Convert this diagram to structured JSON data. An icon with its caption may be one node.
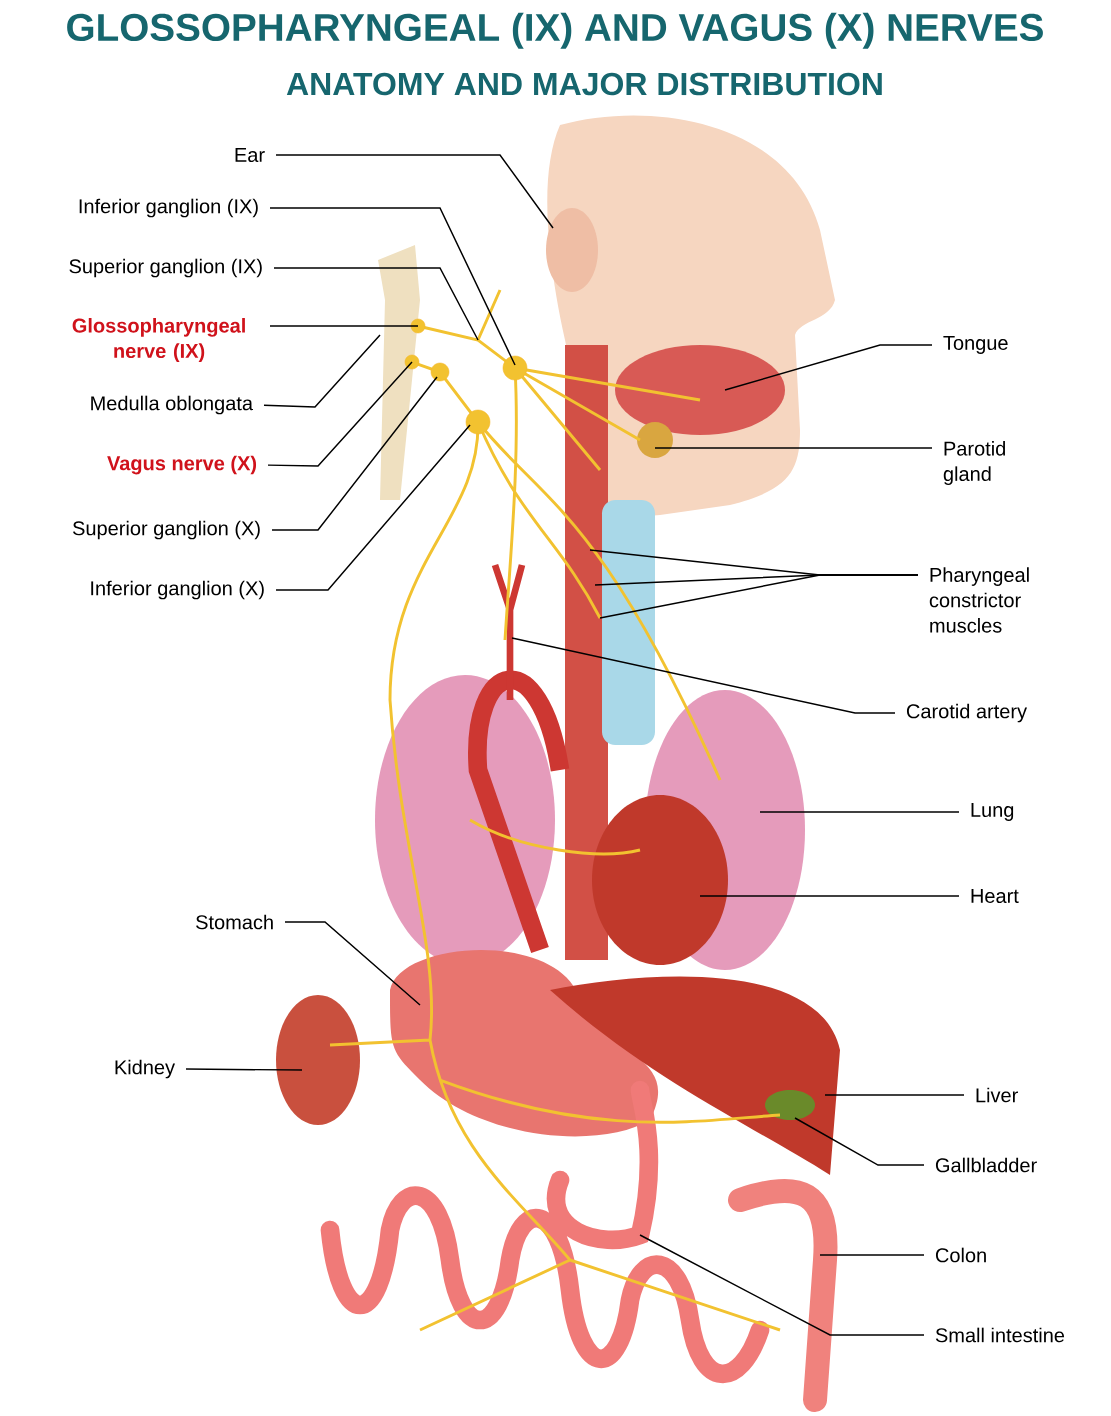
{
  "diagram": {
    "title": "GLOSSOPHARYNGEAL (IX) AND VAGUS (X) NERVES",
    "labels": [
      "ANATOMY AND MAJOR DISTRIBUTION"
    ],
    "nodes": [
      {
        "text": [
          "Ear"
        ]
      },
      {
        "text": [
          "Inferior ganglion (IX)"
        ]
      },
      {
        "text": [
          "Superior ganglion (IX)"
        ]
      },
      {
        "text": [
          "Glossopharyngeal nerve (IX)"
        ]
      },
      {
        "text": [
          "Medulla oblongata"
        ]
      },
      {
        "text": [
          "Vagus nerve (X)"
        ]
      },
      {
        "text": [
          "Superior ganglion (X)"
        ]
      },
      {
        "text": [
          "Inferior ganglion (X)"
        ]
      },
      {
        "text": [
          "Tongue"
        ]
      },
      {
        "text": [
          "Parotid gland"
        ]
      },
      {
        "text": [
          "Pharyngeal constrictor muscles"
        ]
      },
      {
        "text": [
          "Carotid artery"
        ]
      },
      {
        "text": [
          "Lung"
        ]
      },
      {
        "text": [
          "Heart"
        ]
      },
      {
        "text": [
          "Stomach"
        ]
      },
      {
        "text": [
          "Kidney"
        ]
      },
      {
        "text": [
          "Liver"
        ]
      },
      {
        "text": [
          "Gallbladder"
        ]
      },
      {
        "text": [
          "Colon"
        ]
      },
      {
        "text": [
          "Small intestine"
        ]
      }
    ],
    "edges": [
      {
        "from": 0,
        "to": null,
        "arrow": "none"
      },
      {
        "from": 1,
        "to": null,
        "arrow": "none"
      },
      {
        "from": 2,
        "to": null,
        "arrow": "none"
      },
      {
        "from": 3,
        "to": null,
        "arrow": "none"
      },
      {
        "from": 4,
        "to": null,
        "arrow": "none"
      },
      {
        "from": 5,
        "to": null,
        "arrow": "none"
      },
      {
        "from": 6,
        "to": null,
        "arrow": "none"
      },
      {
        "from": 7,
        "to": null,
        "arrow": "none"
      },
      {
        "from": 8,
        "to": null,
        "arrow": "none"
      },
      {
        "from": 9,
        "to": null,
        "arrow": "none"
      },
      {
        "from": 10,
        "to": null,
        "arrow": "none"
      },
      {
        "from": 10,
        "to": null,
        "arrow": "none"
      },
      {
        "from": 10,
        "to": null,
        "arrow": "none"
      },
      {
        "from": 11,
        "to": null,
        "arrow": "none"
      },
      {
        "from": 12,
        "to": null,
        "arrow": "none"
      },
      {
        "from": 13,
        "to": null,
        "arrow": "none"
      },
      {
        "from": 14,
        "to": null,
        "arrow": "none"
      },
      {
        "from": 15,
        "to": null,
        "arrow": "none"
      },
      {
        "from": 16,
        "to": null,
        "arrow": "none"
      },
      {
        "from": 17,
        "to": null,
        "arrow": "none"
      },
      {
        "from": 18,
        "to": null,
        "arrow": "none"
      },
      {
        "from": 19,
        "to": null,
        "arrow": "none"
      }
    ]
  }
}
